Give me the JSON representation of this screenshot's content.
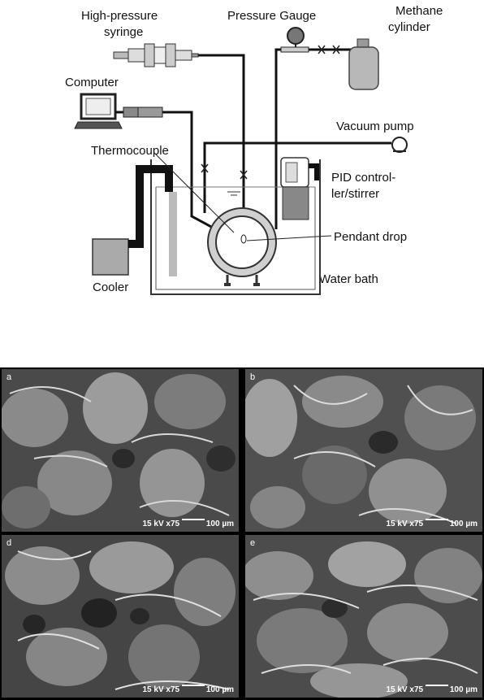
{
  "diagram": {
    "labels": {
      "syringe_line1": "High-pressure",
      "syringe_line2": "syringe",
      "pressure_gauge": "Pressure Gauge",
      "methane_line1": "Methane",
      "methane_line2": "cylinder",
      "computer": "Computer",
      "vacuum_pump": "Vacuum pump",
      "thermocouple": "Thermocouple",
      "pid_line1": "PID control-",
      "pid_line2": "ler/stirrer",
      "pendant_drop": "Pendant drop",
      "cooler": "Cooler",
      "water_bath": "Water bath"
    }
  },
  "panels": [
    {
      "label": "a",
      "scale_text": "15 kV x75",
      "scale_bar": "100 µm"
    },
    {
      "label": "b",
      "scale_text": "15 kV x75",
      "scale_bar": "100 µm"
    },
    {
      "label": "d",
      "scale_text": "15 kV x75",
      "scale_bar": "100 µm"
    },
    {
      "label": "e",
      "scale_text": "15 kV x75",
      "scale_bar": "100 µm"
    }
  ]
}
